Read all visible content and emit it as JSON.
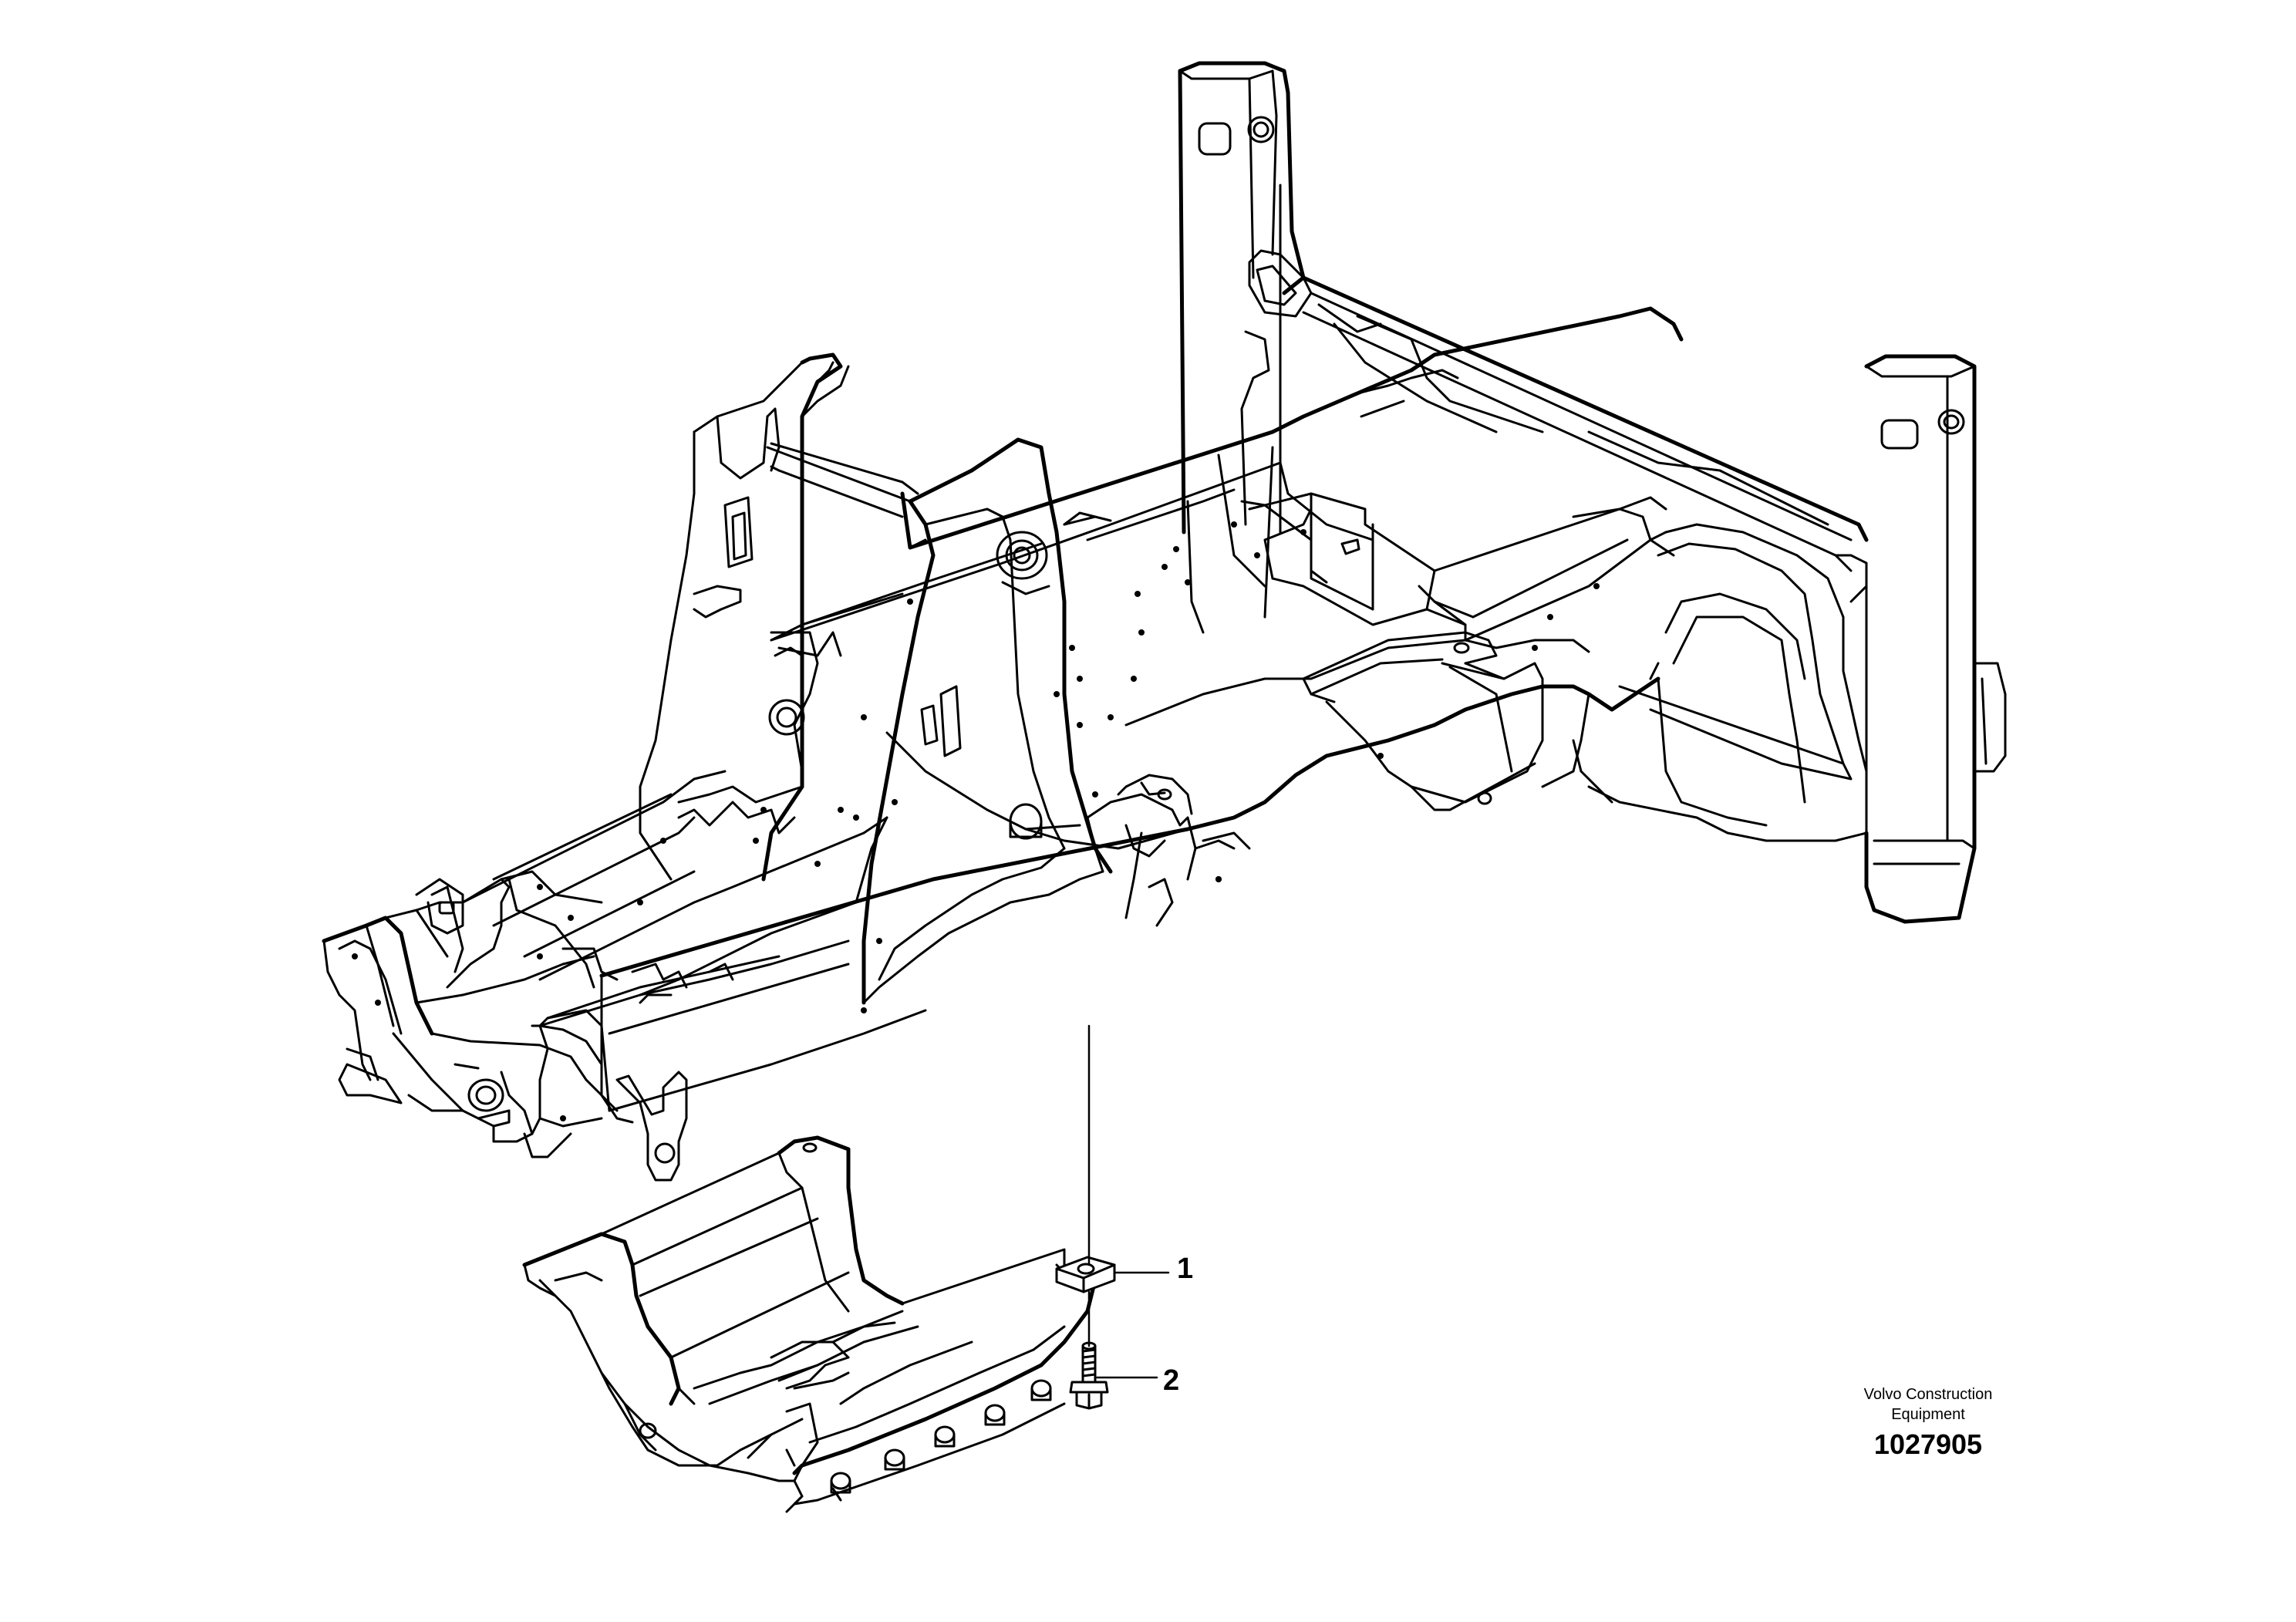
{
  "diagram": {
    "callouts": [
      {
        "id": "1",
        "label": "1"
      },
      {
        "id": "2",
        "label": "2"
      }
    ]
  },
  "caption": {
    "company_line_1": "Volvo Construction",
    "company_line_2": "Equipment",
    "drawing_number": "1027905"
  }
}
